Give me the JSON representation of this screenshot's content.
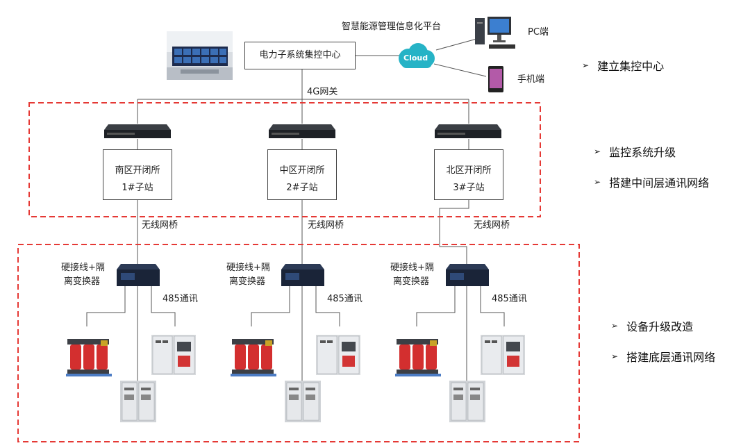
{
  "top": {
    "platform_label": "智慧能源管理信息化平台",
    "center_box": "电力子系统集控中心",
    "cloud_label": "Cloud",
    "pc_label": "PC端",
    "mobile_label": "手机端",
    "gateway_label": "4G网关"
  },
  "substations": [
    {
      "line1": "南区开闭所",
      "line2": "1#子站"
    },
    {
      "line1": "中区开闭所",
      "line2": "2#子站"
    },
    {
      "line1": "北区开闭所",
      "line2": "3#子站"
    }
  ],
  "wireless_label": "无线网桥",
  "converter_label_1": "硬接线+隔",
  "converter_label_2": "离变换器",
  "rs485_label": "485通讯",
  "bullets": {
    "top": [
      "建立集控中心"
    ],
    "middle": [
      "监控系统升级",
      "搭建中间层通讯网络"
    ],
    "bottom": [
      "设备升级改造",
      "搭建底层通讯网络"
    ]
  },
  "colors": {
    "dashed_border": "#e53935",
    "cloud": "#26b3c6",
    "transformer": "#d32f2f"
  }
}
